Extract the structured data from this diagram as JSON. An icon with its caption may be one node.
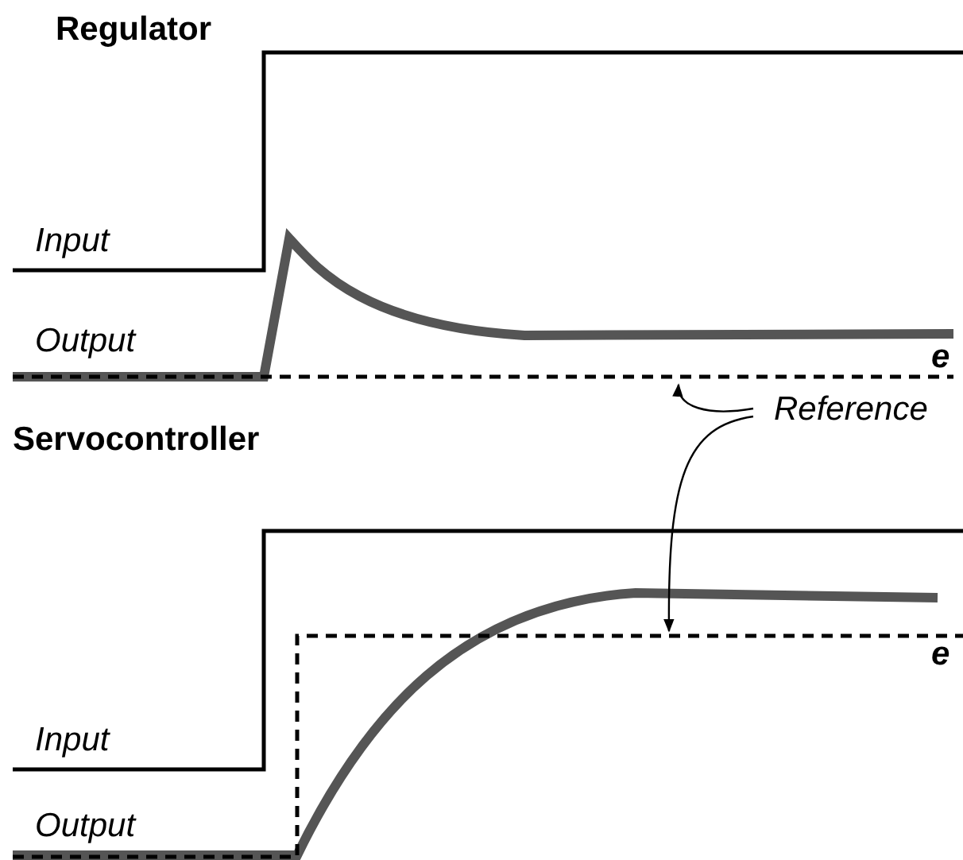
{
  "diagram": {
    "nodes": [
      {
        "text": [
          "Reference"
        ]
      },
      {
        "text": [],
        "shape": "line"
      },
      {
        "text": [],
        "shape": "line"
      }
    ],
    "edges": [
      {
        "from": 0,
        "to": 1,
        "arrow": "to"
      },
      {
        "from": 0,
        "to": 2,
        "arrow": "to"
      }
    ],
    "labels": [
      "Regulator",
      "Input",
      "Output",
      "e",
      "Servocontroller",
      "Input",
      "Output",
      "e"
    ]
  }
}
